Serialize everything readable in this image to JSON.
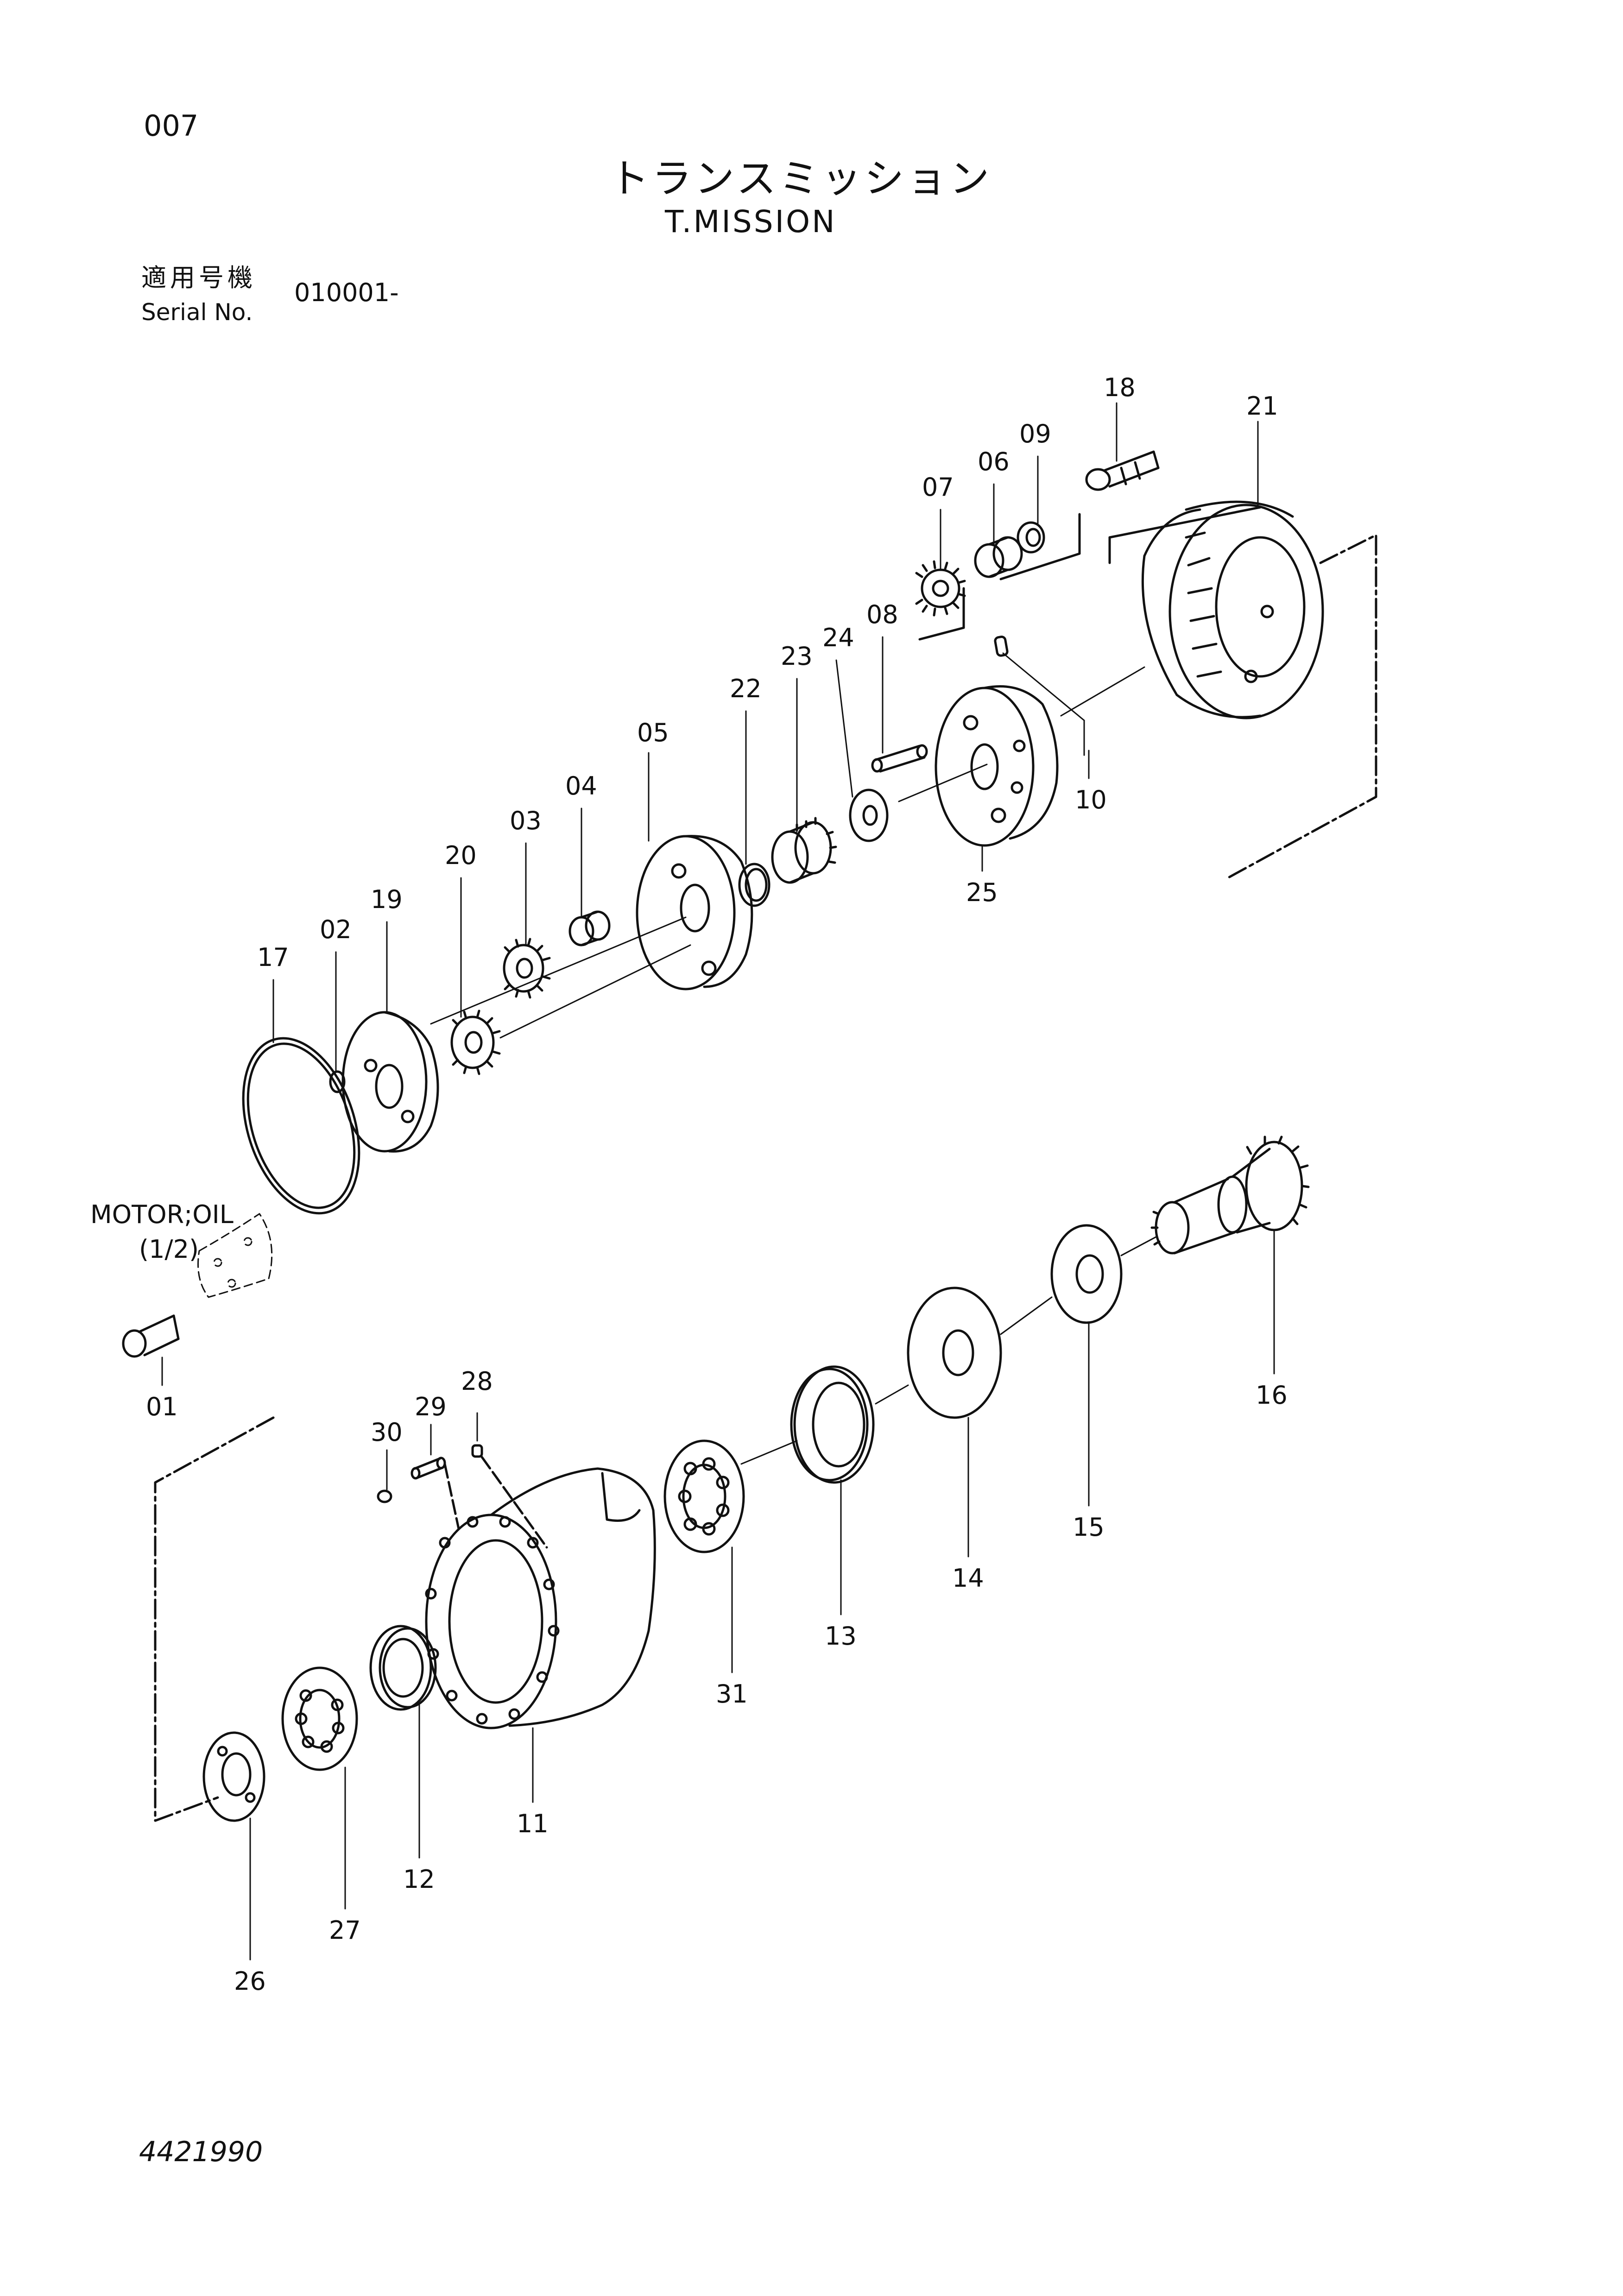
{
  "page_number": "007",
  "title_jp": "トランスミッション",
  "title_en": "T.MISSION",
  "serial_label_jp": "適用号機",
  "serial_label_en": "Serial No.",
  "serial_value": "010001-",
  "drawing_number": "4421990",
  "reference_note": {
    "line1": "MOTOR;OIL",
    "line2": "(1/2)"
  },
  "callouts": {
    "c01": "01",
    "c02": "02",
    "c03": "03",
    "c04": "04",
    "c05": "05",
    "c06": "06",
    "c07": "07",
    "c08": "08",
    "c09": "09",
    "c10": "10",
    "c11": "11",
    "c12": "12",
    "c13": "13",
    "c14": "14",
    "c15": "15",
    "c16": "16",
    "c17": "17",
    "c18": "18",
    "c19": "19",
    "c20": "20",
    "c21": "21",
    "c22": "22",
    "c23": "23",
    "c24": "24",
    "c25": "25",
    "c26": "26",
    "c27": "27",
    "c28": "28",
    "c29": "29",
    "c30": "30",
    "c31": "31"
  },
  "colors": {
    "line": "#111111",
    "background": "#ffffff"
  }
}
